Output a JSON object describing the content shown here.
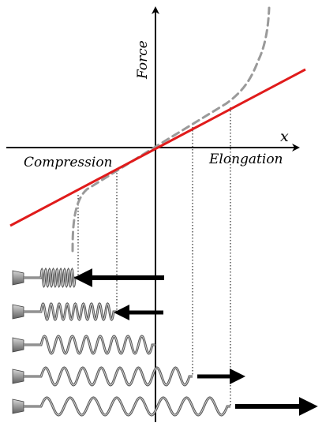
{
  "labels": {
    "y_axis": "Force",
    "x_axis": "x",
    "left_region": "Compression",
    "right_region": "Elongation"
  },
  "colors": {
    "linear_law": "#e01b1b",
    "real_behavior": "#9a9a9a",
    "axes": "#000000",
    "spring": "#7a7a7a"
  },
  "springs": [
    {
      "state": "strong compression",
      "force_arrow": "left"
    },
    {
      "state": "compression",
      "force_arrow": "left"
    },
    {
      "state": "rest",
      "force_arrow": "none"
    },
    {
      "state": "elongation",
      "force_arrow": "right"
    },
    {
      "state": "strong elongation",
      "force_arrow": "right"
    }
  ]
}
